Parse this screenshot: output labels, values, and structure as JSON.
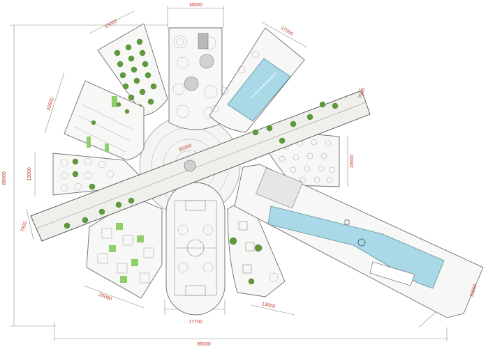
{
  "dimensions": {
    "total_height": "88000",
    "total_width": "86000",
    "petal_top": "16000",
    "petal_top_left": "15000",
    "petal_top_right": "17000",
    "petal_left_upper": "20000",
    "petal_left_mid": "13000",
    "bridge_left": "7900",
    "bridge_right": "7900",
    "center": "35000",
    "right_mid": "15000",
    "bottom_left": "20000",
    "bottom_center": "17700",
    "bottom_right": "13600",
    "right_building": "16000"
  },
  "colors": {
    "dimension_text": "#c0392b",
    "pool_water": "#a9d8e6",
    "tree_green": "#5f9a3a",
    "lawn_green": "#8fcf6a"
  }
}
